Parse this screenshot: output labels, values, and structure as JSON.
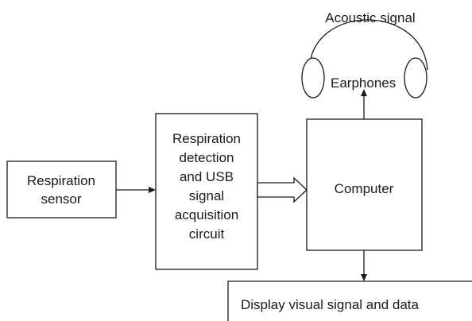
{
  "blocks": {
    "sensor": [
      "Respiration",
      "sensor"
    ],
    "circuit": [
      "Respiration",
      "detection",
      "and USB",
      "signal",
      "acquisition",
      "circuit"
    ],
    "computer": "Computer",
    "display": "Display visual signal and data"
  },
  "earphones": {
    "label": "Earphones",
    "signal_label": "Acoustic signal"
  }
}
